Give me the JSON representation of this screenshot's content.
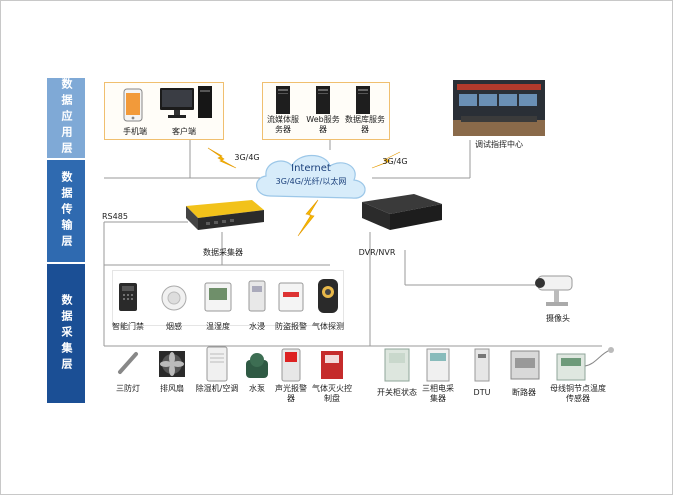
{
  "layers": {
    "application": "数据应用层",
    "transmission": "数据传输层",
    "collection": "数据采集层"
  },
  "app_layer": {
    "phone": "手机端",
    "client": "客户端",
    "streaming_server": "流媒体服务器",
    "web_server": "Web服务器",
    "db_server": "数据库服务器",
    "control_center": "调试指挥中心"
  },
  "network": {
    "internet_title": "Internet",
    "internet_sub": "3G/4G/光纤/以太网",
    "link_left": "3G/4G",
    "link_right": "3G/4G",
    "rs485": "RS485",
    "collector": "数据采集器",
    "dvr": "DVR/NVR",
    "camera": "摄像头"
  },
  "row1": [
    "智能门禁",
    "烟感",
    "温湿度",
    "水浸",
    "防盗报警",
    "气体探测"
  ],
  "row2": [
    "三防灯",
    "排风扇",
    "除湿机/空调",
    "水泵",
    "声光报警器",
    "气体灭火控制盘",
    "开关柜状态",
    "三相电采集器",
    "DTU",
    "断路器",
    "母线铜节点温度传感器"
  ]
}
